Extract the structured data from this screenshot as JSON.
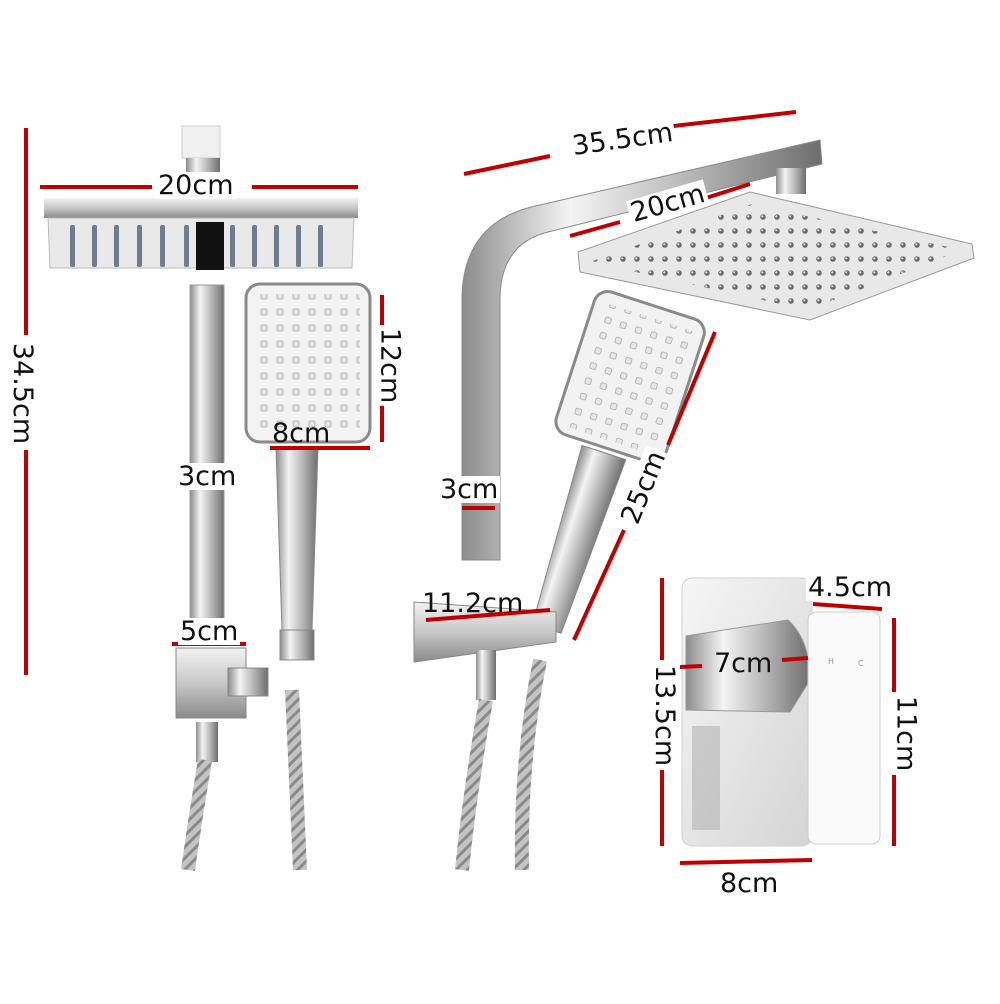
{
  "colors": {
    "dimension_line": "#c00000",
    "chrome_dark": "#7a7a7a",
    "chrome_mid": "#b8b8b8",
    "chrome_light": "#eeeeee",
    "text": "#111111"
  },
  "left_view": {
    "overall_height": "34.5cm",
    "head_width": "20cm",
    "handheld_height": "12cm",
    "handheld_width": "8cm",
    "pipe_width": "3cm",
    "bracket_width": "5cm"
  },
  "right_view": {
    "arm_length": "35.5cm",
    "head_width": "20cm",
    "pipe_width": "3cm",
    "handheld_length": "25cm",
    "bracket_width": "11.2cm"
  },
  "mixer": {
    "height": "13.5cm",
    "handle_height": "11cm",
    "handle_width": "4.5cm",
    "depth": "7cm",
    "width": "8cm",
    "handle_marks": [
      "H",
      "C"
    ]
  }
}
